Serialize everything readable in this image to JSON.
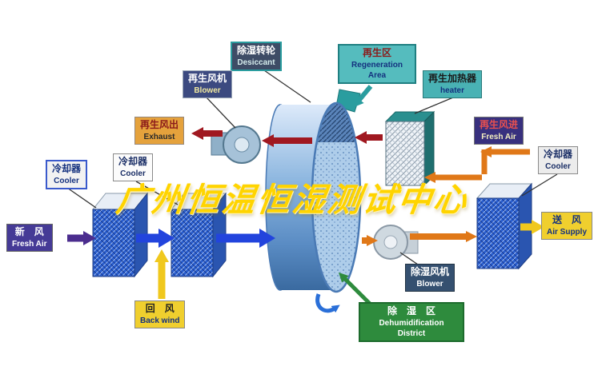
{
  "watermark": "广州恒温恒湿测试中心",
  "labels": {
    "desiccant": {
      "cn": "除湿转轮",
      "en": "Desiccant"
    },
    "regen_area": {
      "cn": "再生区",
      "en": "Regeneration Area"
    },
    "regen_blower": {
      "cn": "再生风机",
      "en": "Blower"
    },
    "regen_heater": {
      "cn": "再生加热器",
      "en": "heater"
    },
    "exhaust": {
      "cn": "再生风出",
      "en": "Exhaust"
    },
    "regen_fresh": {
      "cn": "再生风进",
      "en": "Fresh Air"
    },
    "cooler_left_outer": {
      "cn": "冷却器",
      "en": "Cooler"
    },
    "cooler_left_inner": {
      "cn": "冷却器",
      "en": "Cooler"
    },
    "cooler_right": {
      "cn": "冷却器",
      "en": "Cooler"
    },
    "fresh_air": {
      "cn": "新　风",
      "en": "Fresh Air"
    },
    "back_wind": {
      "cn": "回　风",
      "en": "Back wind"
    },
    "air_supply": {
      "cn": "送　风",
      "en": "Air Supply"
    },
    "dehu_blower": {
      "cn": "除湿风机",
      "en": "Blower"
    },
    "dehu_district": {
      "cn": "除　湿　区",
      "en": "Dehumidification District"
    }
  },
  "colors": {
    "watermark": "#ffd400",
    "process_air": "#2244dd",
    "fresh_air_in": "#4b2d8e",
    "regen_exhaust": "#a01820",
    "regen_intake": "#e07818",
    "return_air": "#f0cf2e",
    "dehumid_zone": "#2e8b3d",
    "regen_zone": "#2a9d9f"
  }
}
